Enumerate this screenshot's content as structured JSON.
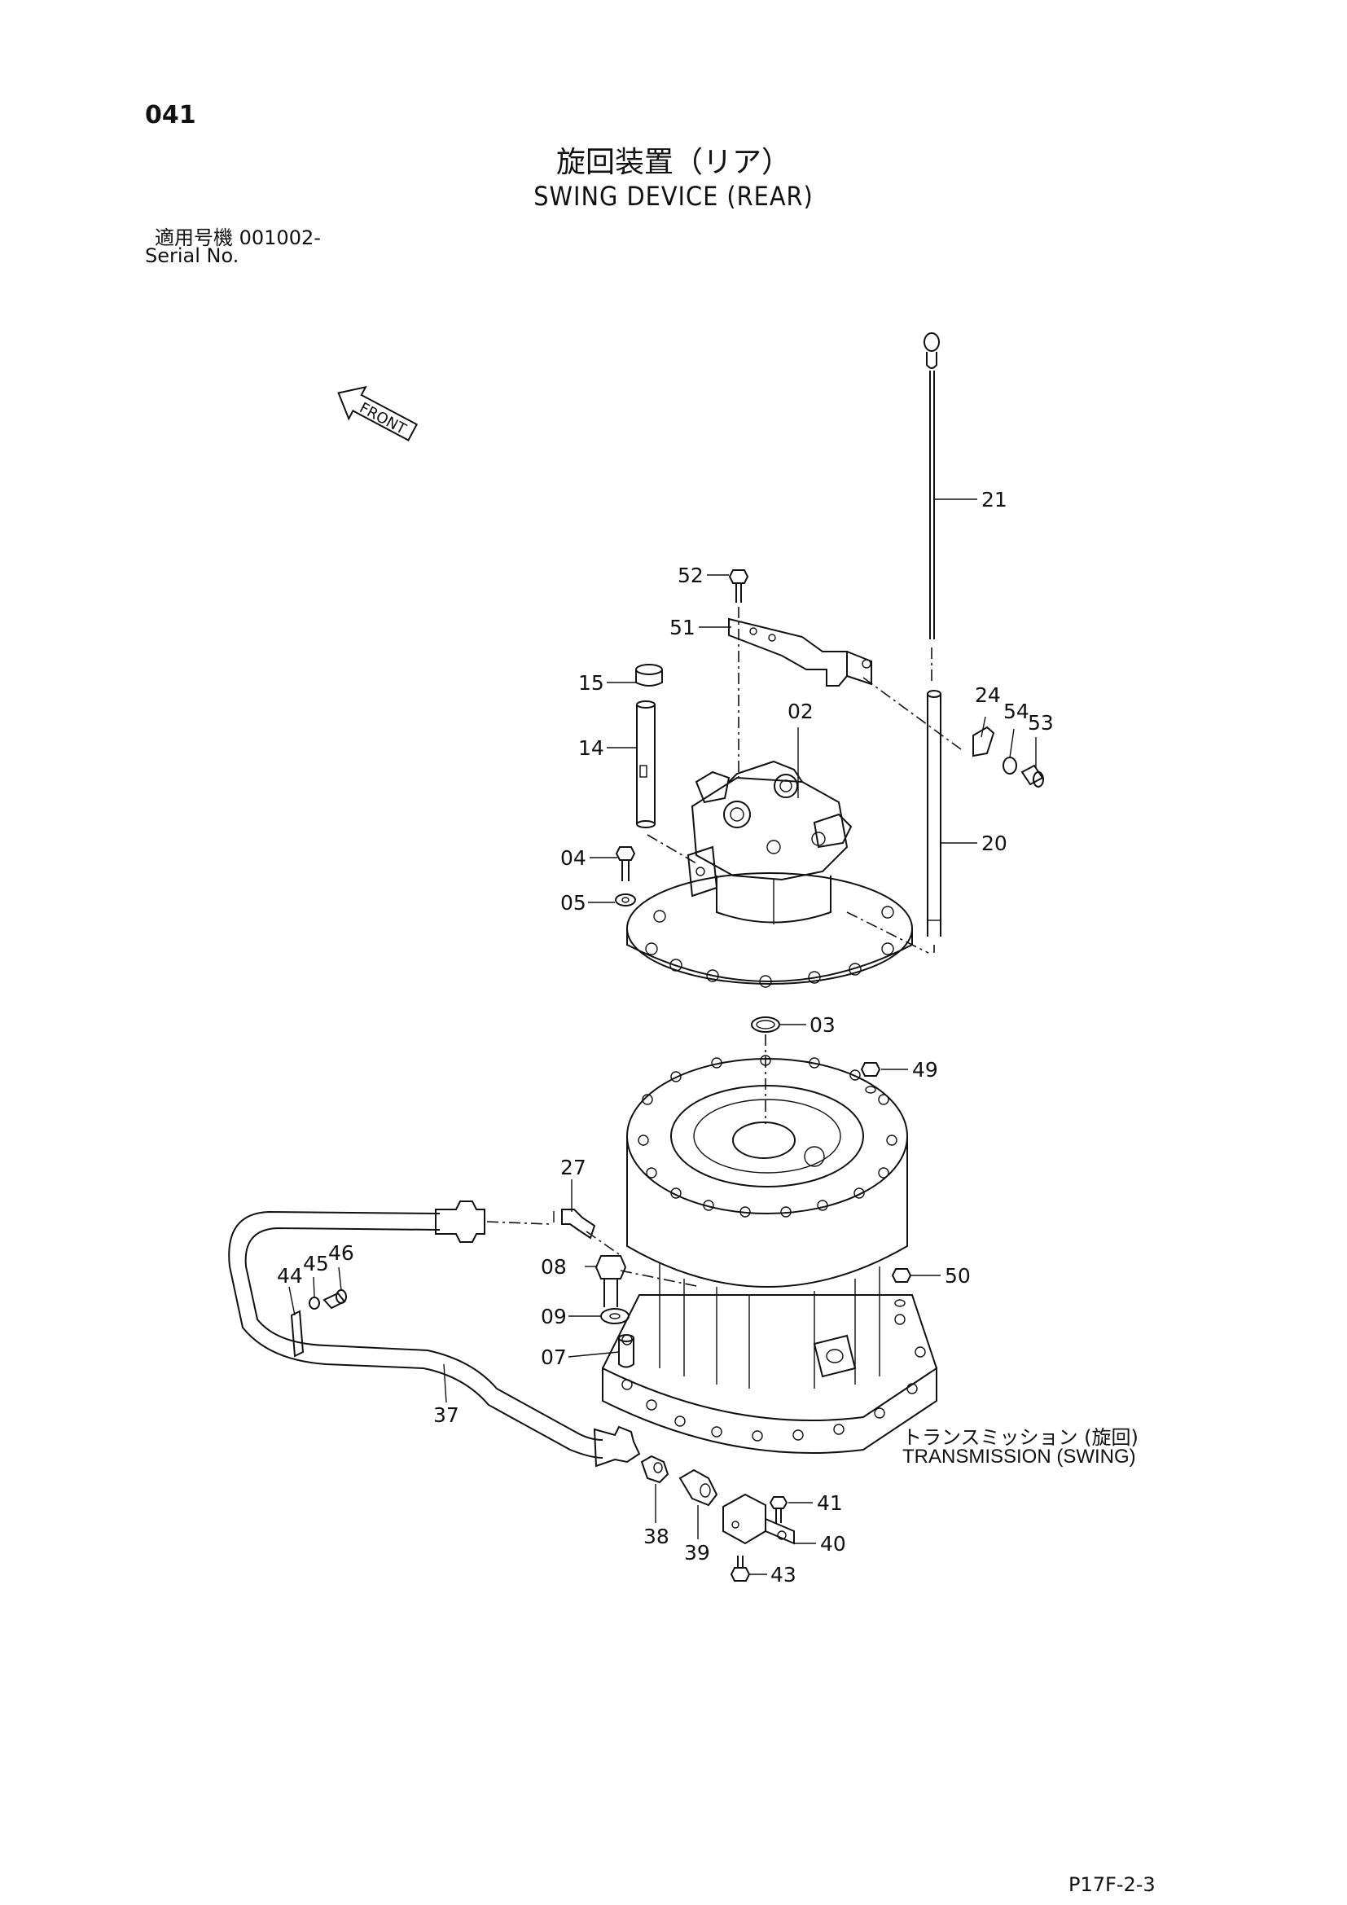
{
  "page": {
    "number": "041",
    "title_jp": "旋回装置（リア）",
    "title_en": "SWING DEVICE (REAR)",
    "serial_label_jp": "適用号機  001002-",
    "serial_label_en": "Serial No.",
    "footer_code": "P17F-2-3",
    "front_label": "FRONT"
  },
  "assembly_labels": {
    "transmission_jp": "トランスミッション (旋回)",
    "transmission_en": "TRANSMISSION (SWING)"
  },
  "callouts": [
    {
      "id": "21",
      "text": "21"
    },
    {
      "id": "52",
      "text": "52"
    },
    {
      "id": "51",
      "text": "51"
    },
    {
      "id": "15",
      "text": "15"
    },
    {
      "id": "14",
      "text": "14"
    },
    {
      "id": "02",
      "text": "02"
    },
    {
      "id": "24",
      "text": "24"
    },
    {
      "id": "54",
      "text": "54"
    },
    {
      "id": "53",
      "text": "53"
    },
    {
      "id": "20",
      "text": "20"
    },
    {
      "id": "04",
      "text": "04"
    },
    {
      "id": "05",
      "text": "05"
    },
    {
      "id": "03",
      "text": "03"
    },
    {
      "id": "49",
      "text": "49"
    },
    {
      "id": "27",
      "text": "27"
    },
    {
      "id": "46",
      "text": "46"
    },
    {
      "id": "45",
      "text": "45"
    },
    {
      "id": "44",
      "text": "44"
    },
    {
      "id": "08",
      "text": "08"
    },
    {
      "id": "50",
      "text": "50"
    },
    {
      "id": "09",
      "text": "09"
    },
    {
      "id": "07",
      "text": "07"
    },
    {
      "id": "37",
      "text": "37"
    },
    {
      "id": "41",
      "text": "41"
    },
    {
      "id": "40",
      "text": "40"
    },
    {
      "id": "38",
      "text": "38"
    },
    {
      "id": "39",
      "text": "39"
    },
    {
      "id": "43",
      "text": "43"
    }
  ]
}
